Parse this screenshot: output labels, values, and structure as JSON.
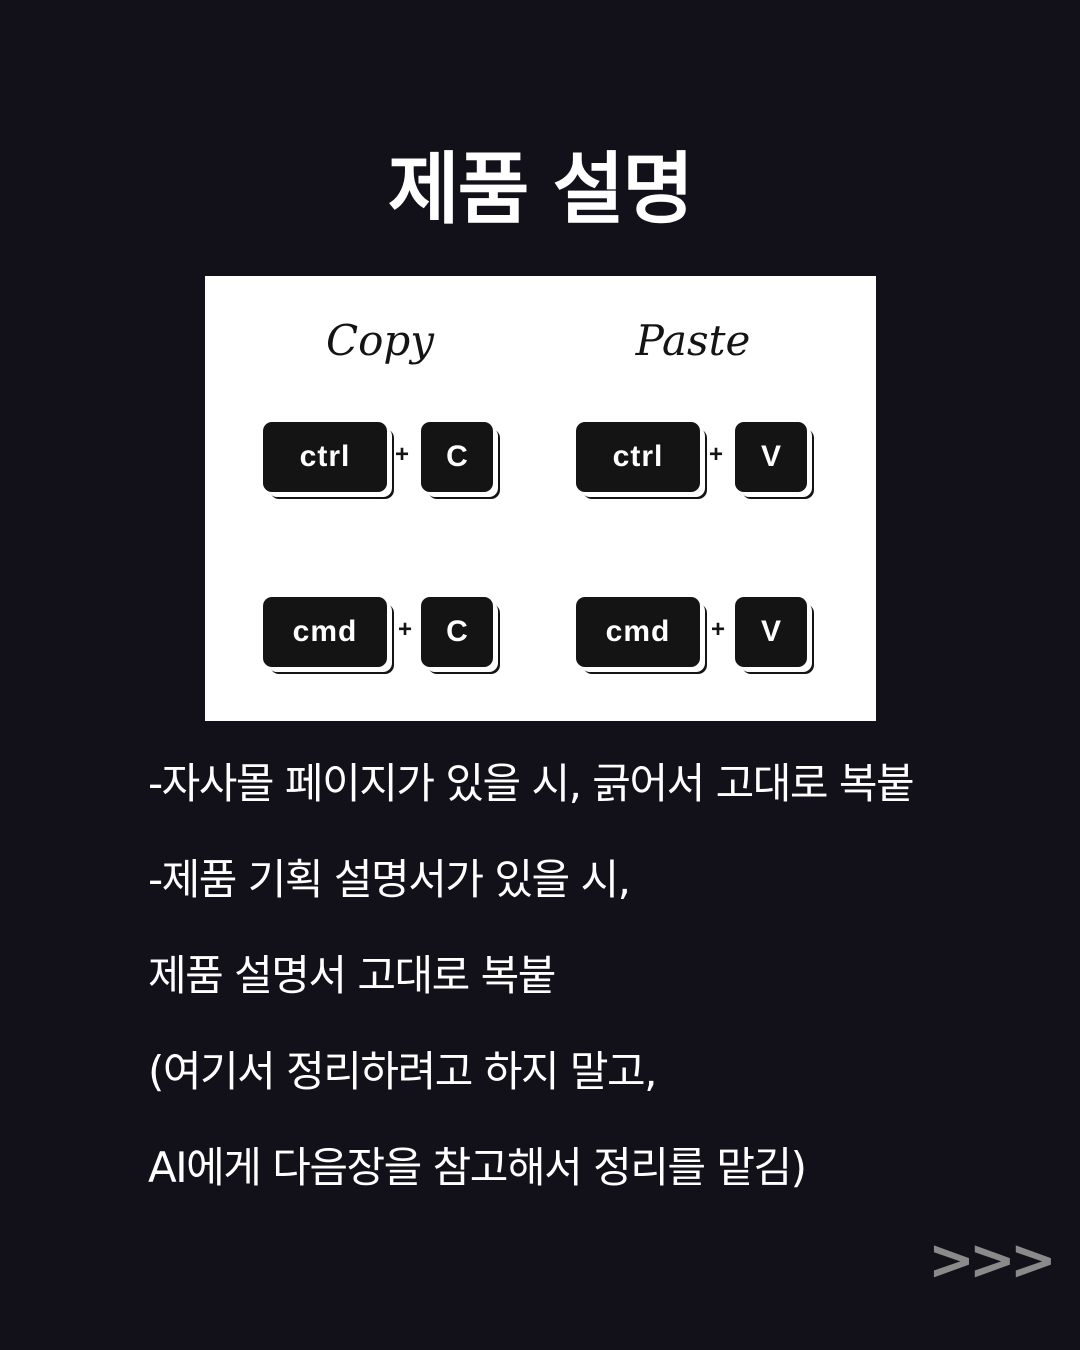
{
  "title": "제품 설명",
  "shortcut_card": {
    "copy_title": "Copy",
    "paste_title": "Paste",
    "plus": "+",
    "rows": [
      {
        "copy_modifier": "ctrl",
        "copy_key": "C",
        "paste_modifier": "ctrl",
        "paste_key": "V"
      },
      {
        "copy_modifier": "cmd",
        "copy_key": "C",
        "paste_modifier": "cmd",
        "paste_key": "V"
      }
    ]
  },
  "description": [
    "-자사몰 페이지가 있을 시, 긁어서 고대로 복붙",
    "-제품 기획 설명서가 있을 시,",
    "제품 설명서 고대로 복붙",
    "(여기서 정리하려고 하지 말고,",
    "AI에게 다음장을 참고해서 정리를 맡김)"
  ],
  "next_indicator": ">>>"
}
